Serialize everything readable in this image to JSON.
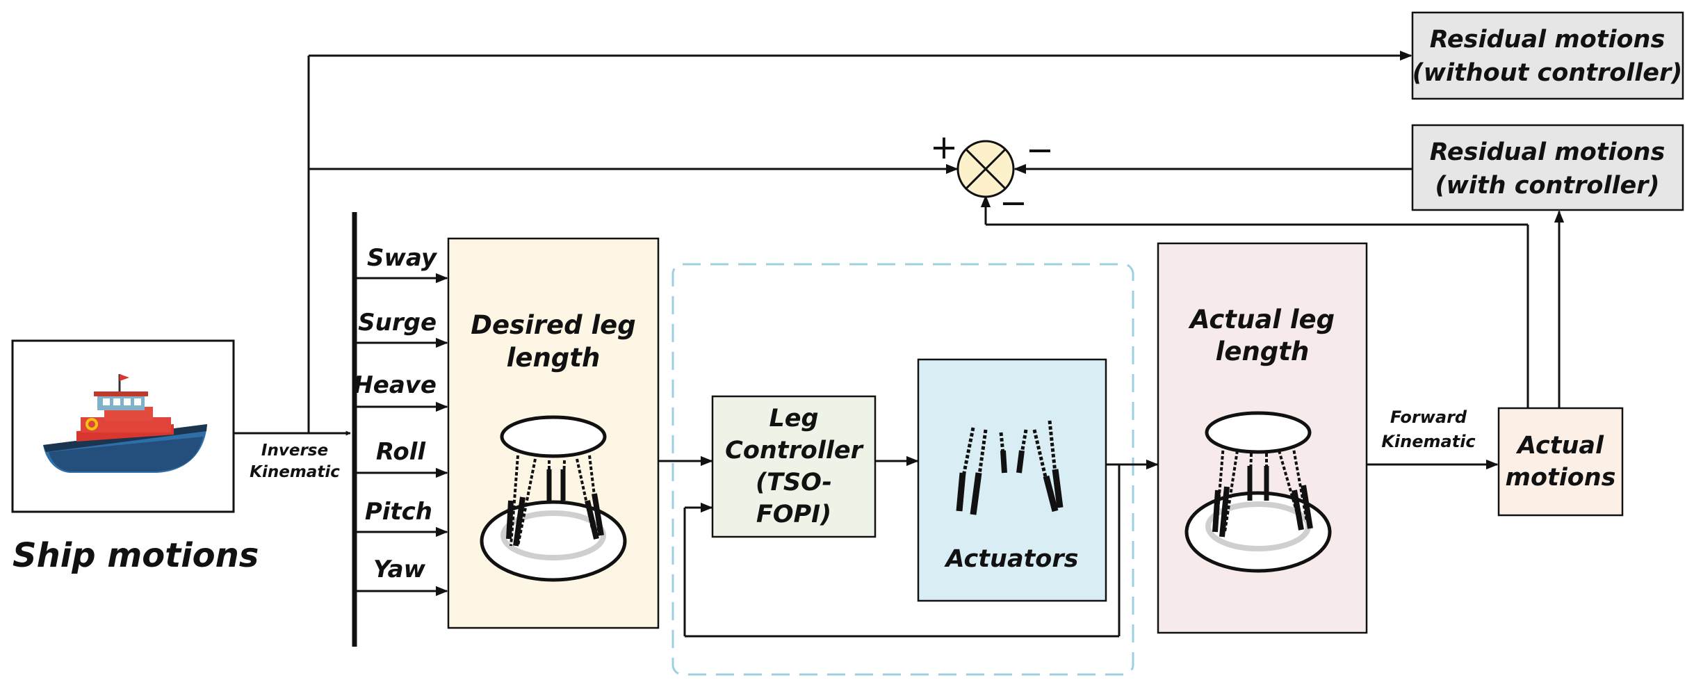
{
  "ship": {
    "label": "Ship motions"
  },
  "inverse_kinematic": {
    "line1": "Inverse",
    "line2": "Kinematic"
  },
  "motions": [
    "Sway",
    "Surge",
    "Heave",
    "Roll",
    "Pitch",
    "Yaw"
  ],
  "desired_leg": {
    "line1": "Desired leg",
    "line2": "length"
  },
  "leg_controller": {
    "line1": "Leg",
    "line2": "Controller",
    "line3": "(TSO-",
    "line4": "FOPI)"
  },
  "actuators": {
    "label": "Actuators"
  },
  "actual_leg": {
    "line1": "Actual leg",
    "line2": "length"
  },
  "forward_kinematic": {
    "line1": "Forward",
    "line2": "Kinematic"
  },
  "actual_motions": {
    "line1": "Actual",
    "line2": "motions"
  },
  "residual_without": {
    "line1": "Residual motions",
    "line2": "(without controller)"
  },
  "residual_with": {
    "line1": "Residual motions",
    "line2": "(with controller)"
  },
  "summing_junction": {
    "plus": "+",
    "minus_right": "−",
    "minus_bottom": "−"
  },
  "colors": {
    "desired_fill": "#fdf6e4",
    "controller_fill": "#eef3e8",
    "actuators_fill": "#d9edf5",
    "actual_leg_fill": "#f6eaea",
    "actual_motions_fill": "#fcf0e6",
    "residual_fill": "#e6e6e6",
    "junction_fill": "#fdf1cc",
    "dashed_border": "#9ecfe0"
  }
}
